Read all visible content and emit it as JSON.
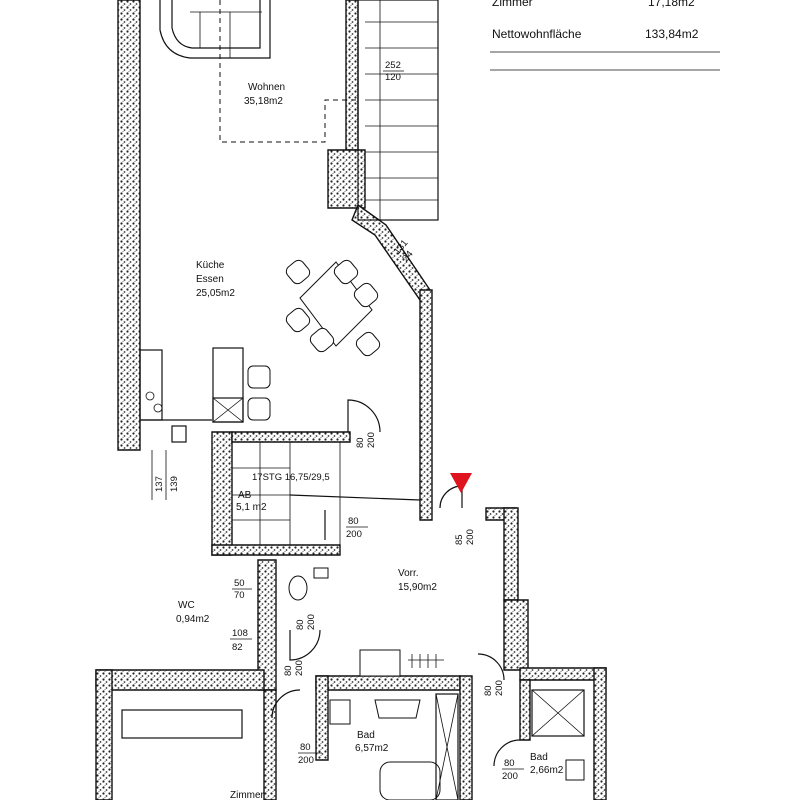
{
  "area_table": {
    "rows": [
      {
        "label": "Zimmer",
        "value": "17,18m2"
      },
      {
        "label": "Nettowohnfläche",
        "value": "133,84m2"
      }
    ]
  },
  "rooms": {
    "wohnen": {
      "name": "Wohnen",
      "area": "35,18m2"
    },
    "kueche": {
      "name1": "Küche",
      "name2": "Essen",
      "area": "25,05m2"
    },
    "ab": {
      "name": "AB",
      "area": "5,1 m2"
    },
    "vorr": {
      "name": "Vorr.",
      "area": "15,90m2"
    },
    "wc": {
      "name": "WC",
      "area": "0,94m2"
    },
    "bad1": {
      "name": "Bad",
      "area": "6,57m2"
    },
    "bad2": {
      "name": "Bad",
      "area": "2,66m2"
    },
    "zimmer": {
      "name": "Zimmer"
    }
  },
  "dimensions": {
    "d252_120": [
      "252",
      "120"
    ],
    "d131_24": [
      "131",
      "24"
    ],
    "d80_200_kitchen": [
      "80",
      "200"
    ],
    "d137_139": [
      "137",
      "139"
    ],
    "stair": "17STG 16,75/29,5",
    "d80_200_ab": [
      "80",
      "200"
    ],
    "d85_200": [
      "85",
      "200"
    ],
    "d50_70": [
      "50",
      "70"
    ],
    "d108_82": [
      "108",
      "82"
    ],
    "d80_200_wc": [
      "80",
      "200"
    ],
    "d80_200_left": [
      "80",
      "200"
    ],
    "d80_200_bad1": [
      "80",
      "200"
    ],
    "d80_200_right": [
      "80",
      "200"
    ],
    "d80_200_bad2": [
      "80",
      "200"
    ]
  },
  "colors": {
    "marker": "#e0141e",
    "ink": "#111111"
  }
}
